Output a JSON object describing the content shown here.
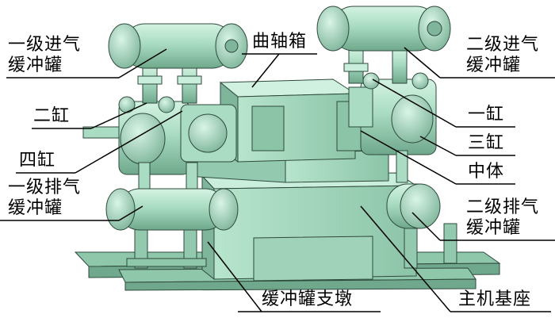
{
  "labels": {
    "stage1_inlet": [
      "一级进气",
      "缓冲罐"
    ],
    "stage2_inlet": [
      "二级进气",
      "缓冲罐"
    ],
    "crankcase": "曲轴箱",
    "cylinder_2": "二缸",
    "cylinder_4": "四缸",
    "cylinder_1": "一缸",
    "cylinder_3": "三缸",
    "middle_body": "中体",
    "stage1_outlet": [
      "一级排气",
      "缓冲罐"
    ],
    "stage2_outlet": [
      "二级排气",
      "缓冲罐"
    ],
    "buffer_support": "缓冲罐支墩",
    "main_base": "主机基座"
  },
  "colors": {
    "body": "#a9dcc2",
    "body_light": "#c9eedb",
    "body_dark": "#7fb59b",
    "edge": "#2f4a3d",
    "leader": "#000000"
  }
}
